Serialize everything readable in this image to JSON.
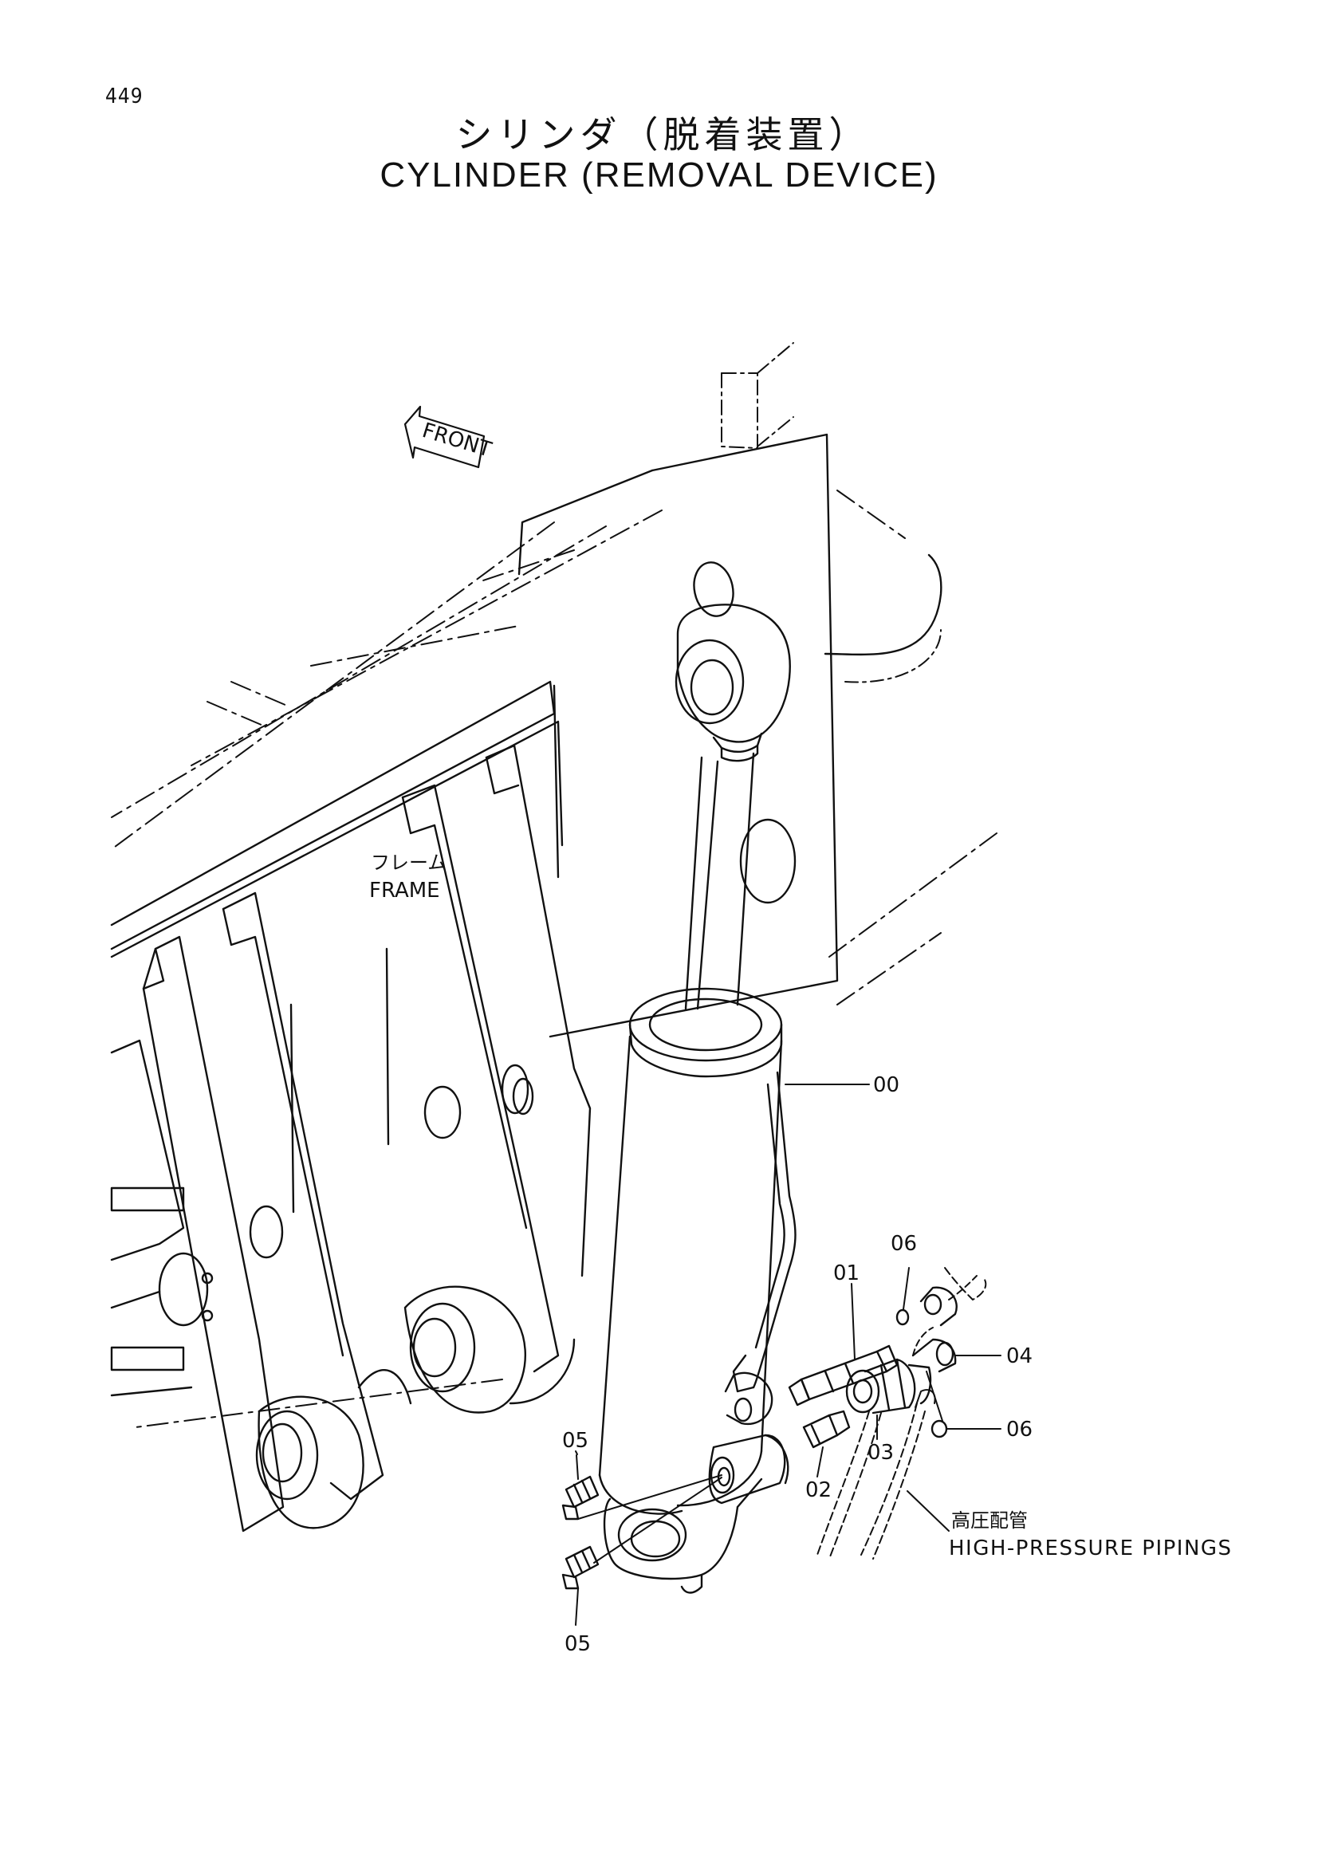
{
  "page": {
    "number": "449",
    "title_ja": "シリンダ（脱着装置）",
    "title_en": "CYLINDER (REMOVAL DEVICE)"
  },
  "orientation": {
    "front_label": "FRONT"
  },
  "labels": {
    "frame_ja": "フレーム",
    "frame_en": "FRAME",
    "piping_ja": "高圧配管",
    "piping_en": "HIGH-PRESSURE PIPINGS"
  },
  "callouts": {
    "p00": "00",
    "p01": "01",
    "p02": "02",
    "p03": "03",
    "p04": "04",
    "p05_upper": "05",
    "p05_lower": "05",
    "p06_upper": "06",
    "p06_lower": "06"
  }
}
